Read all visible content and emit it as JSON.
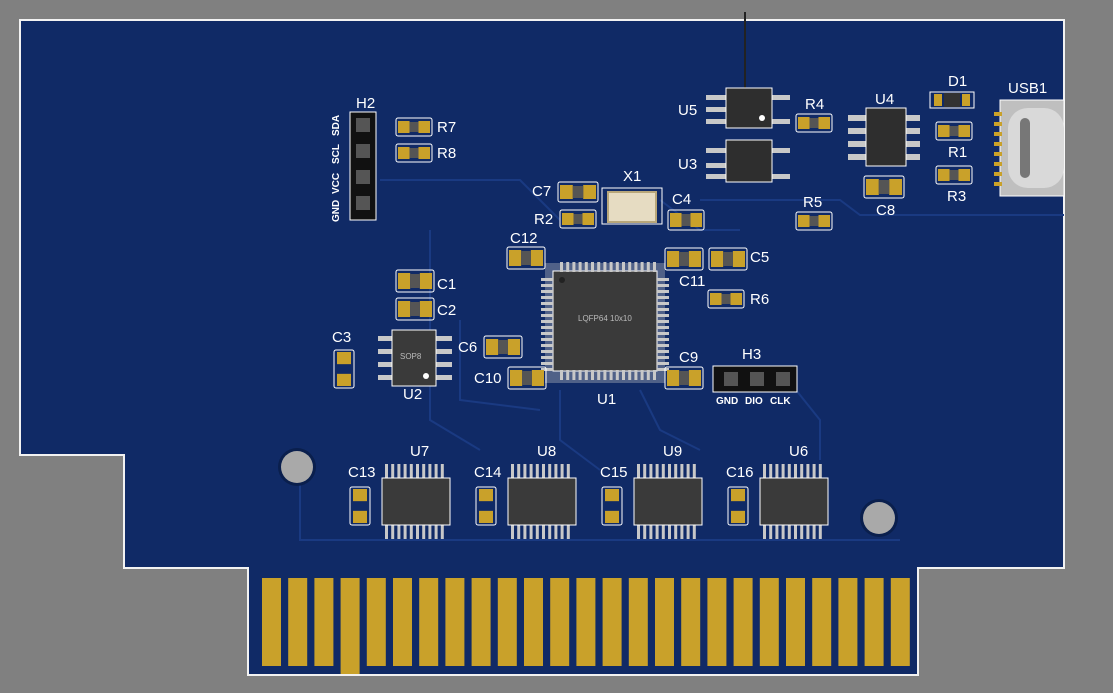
{
  "colors": {
    "background": "#808080",
    "board": "#102a66",
    "outline": "#f2f2f2",
    "pad": "#c9a12a",
    "chip": "#3a3a3a",
    "pin": "#c8c8c8",
    "silk": "#ffffff"
  },
  "designators": {
    "H2": "H2",
    "R7": "R7",
    "R8": "R8",
    "C1": "C1",
    "C2": "C2",
    "C3": "C3",
    "C6": "C6",
    "C7": "C7",
    "C10": "C10",
    "C12": "C12",
    "C4": "C4",
    "C5": "C5",
    "C11": "C11",
    "C9": "C9",
    "R2": "R2",
    "R6": "R6",
    "X1": "X1",
    "U1": "U1",
    "U2": "U2",
    "U3": "U3",
    "U5": "U5",
    "R4": "R4",
    "R5": "R5",
    "U4": "U4",
    "D1": "D1",
    "R1": "R1",
    "R3": "R3",
    "C8": "C8",
    "USB1": "USB1",
    "H3": "H3",
    "U7": "U7",
    "U8": "U8",
    "U9": "U9",
    "U6": "U6",
    "C13": "C13",
    "C14": "C14",
    "C15": "C15",
    "C16": "C16"
  },
  "pins": {
    "h2": [
      "SDA",
      "SCL",
      "VCC",
      "GND"
    ],
    "h3": [
      "GND",
      "DIO",
      "CLK"
    ]
  },
  "chip_marks": {
    "u1": "LQFP64 10x10",
    "u2": "SOP8"
  },
  "edge_connector": {
    "finger_count": 25
  }
}
